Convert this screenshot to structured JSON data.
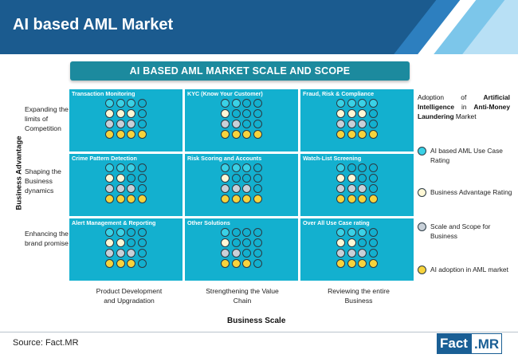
{
  "header": {
    "title": "AI based AML Market"
  },
  "banner": {
    "title": "AI BASED AML MARKET SCALE AND SCOPE"
  },
  "colors": {
    "header_bg": "#1b5b8f",
    "cell_bg": "#13b0cf",
    "use_case": "#3ad1e6",
    "business_advantage": "#fff8d6",
    "scale_scope": "#c8d0d8",
    "adoption": "#f7d33c"
  },
  "y_axis": {
    "title": "Business Advantage",
    "rows": [
      "Expanding the limits of Competition",
      "Shaping the Business dynamics",
      "Enhancing the brand promise"
    ]
  },
  "x_axis": {
    "title": "Business Scale",
    "columns": [
      "Product Development and Upgradation",
      "Strengthening the Value Chain",
      "Reviewing the entire Business"
    ]
  },
  "cells": [
    {
      "label": "Transaction Monitoring",
      "ratings": [
        3,
        3,
        3,
        4
      ]
    },
    {
      "label": "KYC (Know Your Customer)",
      "ratings": [
        2,
        1,
        2,
        4
      ]
    },
    {
      "label": "Fraud, Risk & Compliance",
      "ratings": [
        4,
        3,
        3,
        4
      ]
    },
    {
      "label": "Crime Pattern Detection",
      "ratings": [
        3,
        2,
        3,
        4
      ]
    },
    {
      "label": "Risk Scoring and Accounts",
      "ratings": [
        3,
        1,
        3,
        4
      ]
    },
    {
      "label": "Watch-List Screening",
      "ratings": [
        1,
        2,
        3,
        4
      ]
    },
    {
      "label": "Alert Management & Reporting",
      "ratings": [
        2,
        2,
        3,
        3
      ]
    },
    {
      "label": "Other Solutions",
      "ratings": [
        1,
        1,
        2,
        3
      ]
    },
    {
      "label": "Over All Use Case rating",
      "ratings": [
        3,
        2,
        3,
        4
      ]
    }
  ],
  "legend": {
    "title_parts": [
      "Adoption of ",
      "Artificial Intelligence",
      " in ",
      "Anti-Money Laundering",
      " Market"
    ],
    "items": [
      {
        "label": "AI based AML Use Case Rating",
        "color": "#3ad1e6"
      },
      {
        "label": "Business Advantage Rating",
        "color": "#fff8d6"
      },
      {
        "label": "Scale and Scope for Business",
        "color": "#c8d0d8"
      },
      {
        "label": "AI adoption in AML market",
        "color": "#f7d33c"
      }
    ]
  },
  "source": "Source: Fact.MR",
  "logo": {
    "left": "Fact",
    "right": ".MR"
  }
}
